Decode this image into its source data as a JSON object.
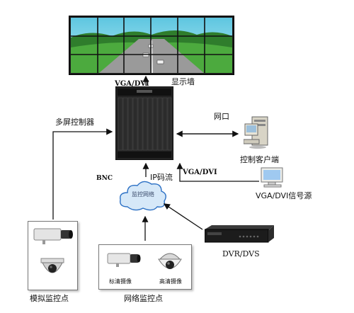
{
  "labels": {
    "display_wall": "显示墙",
    "vga_dvi_top": "VGA/DVI",
    "multi_screen_controller": "多屏控制器",
    "network_port": "网口",
    "control_client": "控制客户端",
    "vga_dvi_mid": "VGA/DVI",
    "ip_stream": "IP码流",
    "bnc": "BNC",
    "vga_dvi_source": "VGA/DVI信号源",
    "private_network": "监控网络",
    "dvr_dvs": "DVR/DVS",
    "analog_monitor_point": "模拟监控点",
    "network_monitor_point": "网络监控点",
    "standard_camera": "标清摄像",
    "hd_camera": "高清摄像"
  },
  "colors": {
    "wall_frame": "#1a1a1a",
    "sky": "#7fd4e6",
    "grass": "#3f9b3a",
    "road": "#8f8f8f",
    "cloud_fill": "#d6e8f8",
    "cloud_stroke": "#2a6fc4",
    "arrow": "#111111"
  }
}
